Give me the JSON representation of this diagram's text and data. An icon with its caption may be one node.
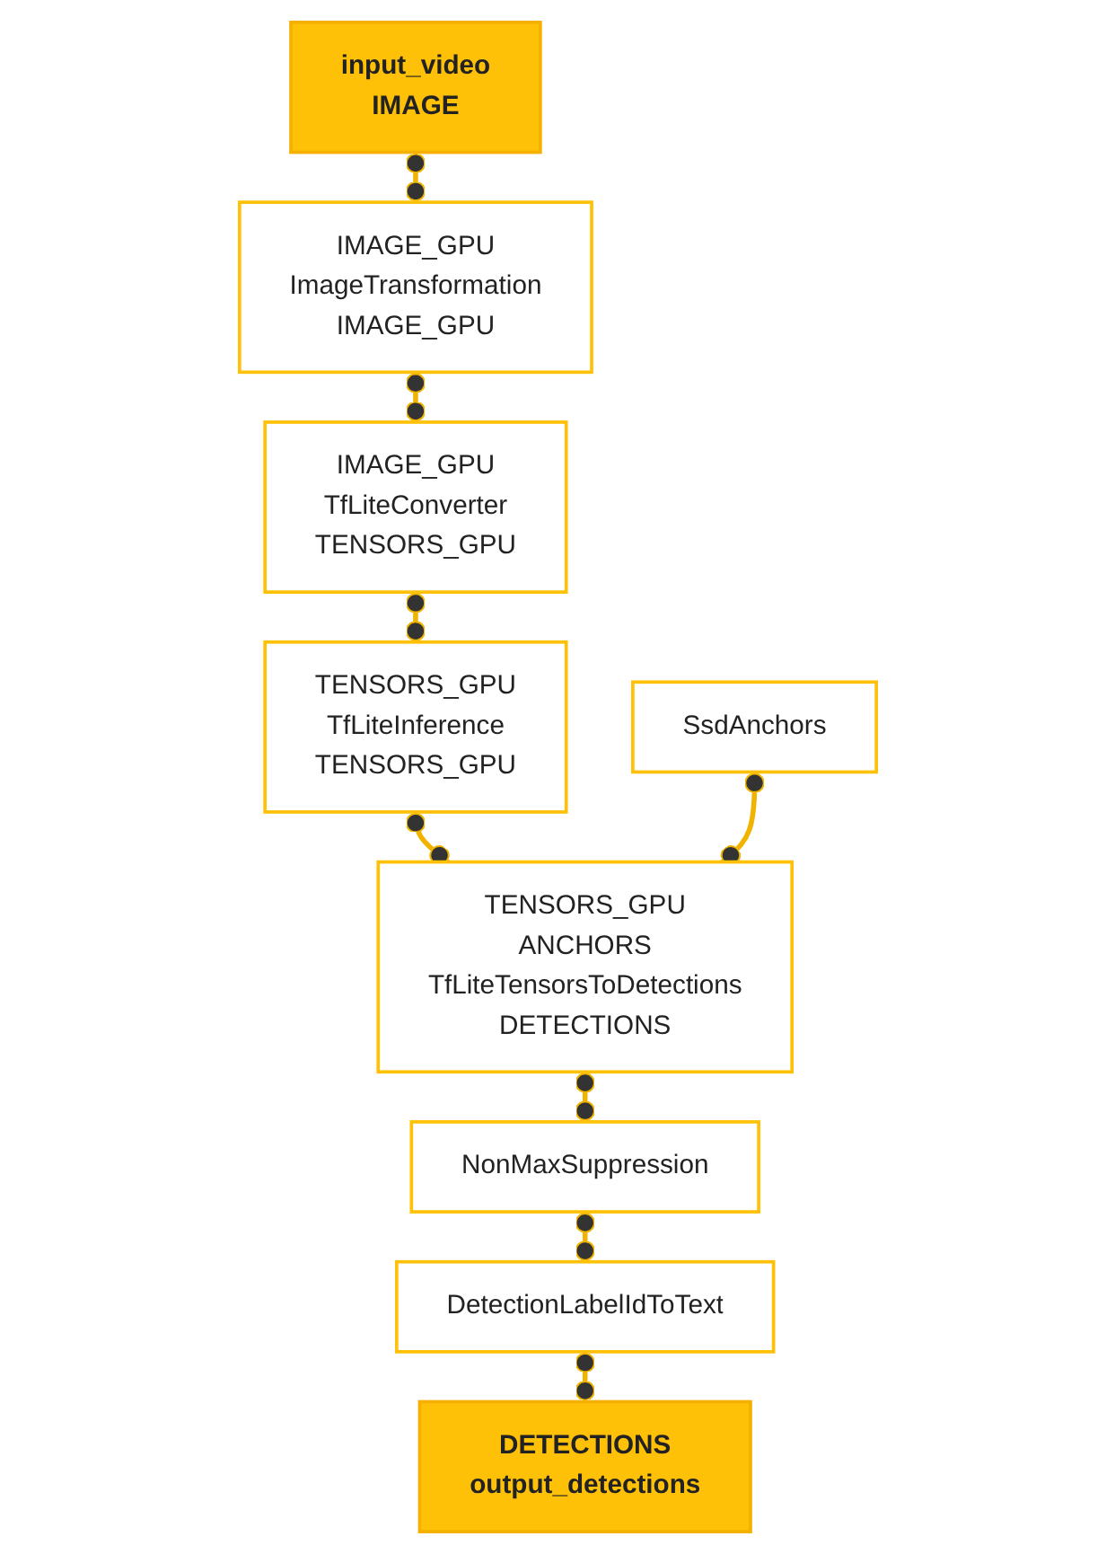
{
  "diagram": {
    "nodes": [
      {
        "text": [
          "input_video",
          "IMAGE"
        ]
      },
      {
        "text": [
          "IMAGE_GPU",
          "ImageTransformation",
          "IMAGE_GPU"
        ]
      },
      {
        "text": [
          "IMAGE_GPU",
          "TfLiteConverter",
          "TENSORS_GPU"
        ]
      },
      {
        "text": [
          "TENSORS_GPU",
          "TfLiteInference",
          "TENSORS_GPU"
        ]
      },
      {
        "text": [
          "SsdAnchors"
        ]
      },
      {
        "text": [
          "TENSORS_GPU",
          "ANCHORS",
          "TfLiteTensorsToDetections",
          "DETECTIONS"
        ]
      },
      {
        "text": [
          "NonMaxSuppression"
        ]
      },
      {
        "text": [
          "DetectionLabelIdToText"
        ]
      },
      {
        "text": [
          "DETECTIONS",
          "output_detections"
        ]
      }
    ],
    "edges": [
      {
        "from": 0,
        "to": 1,
        "arrow": "other"
      },
      {
        "from": 1,
        "to": 2,
        "arrow": "other"
      },
      {
        "from": 2,
        "to": 3,
        "arrow": "other"
      },
      {
        "from": 3,
        "to": 5,
        "arrow": "other"
      },
      {
        "from": 4,
        "to": 5,
        "arrow": "other"
      },
      {
        "from": 5,
        "to": 6,
        "arrow": "other"
      },
      {
        "from": 6,
        "to": 7,
        "arrow": "other"
      },
      {
        "from": 7,
        "to": 8,
        "arrow": "other"
      }
    ]
  }
}
